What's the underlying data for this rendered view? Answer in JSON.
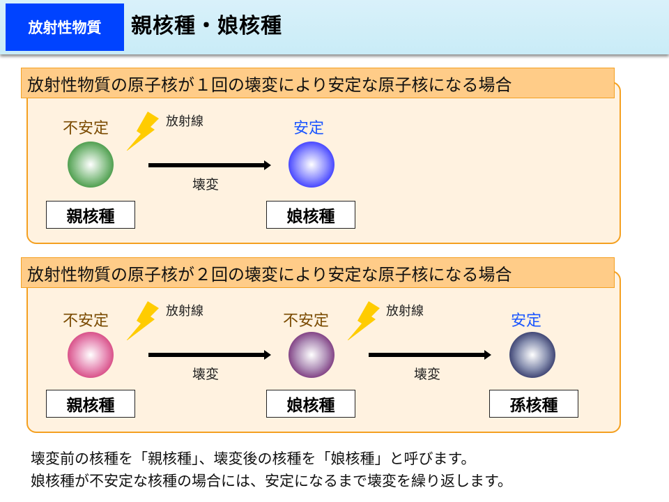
{
  "header": {
    "tag": "放射性物質",
    "title": "親核種・娘核種"
  },
  "panels": [
    {
      "title": "放射性物質の原子核が１回の壊変により安定な原子核になる場合",
      "nodes": [
        {
          "state": "不安定",
          "state_type": "unstable",
          "color": "#2e8b2e",
          "label": "親核種"
        },
        {
          "state": "安定",
          "state_type": "stable",
          "color": "#2020ff",
          "label": "娘核種"
        }
      ],
      "radiation_label": "放射線",
      "decay_label": "壊変"
    },
    {
      "title": "放射性物質の原子核が２回の壊変により安定な原子核になる場合",
      "nodes": [
        {
          "state": "不安定",
          "state_type": "unstable",
          "color": "#d03070",
          "label": "親核種"
        },
        {
          "state": "不安定",
          "state_type": "unstable",
          "color": "#6a1a6a",
          "label": "娘核種"
        },
        {
          "state": "安定",
          "state_type": "stable",
          "color": "#1a1f55",
          "label": "孫核種"
        }
      ],
      "radiation_label": "放射線",
      "decay_label": "壊変"
    }
  ],
  "footer": {
    "line1": "壊変前の核種を「親核種」、壊変後の核種を「娘核種」と呼びます。",
    "line2": "娘核種が不安定な核種の場合には、安定になるまで壊変を繰り返します。"
  },
  "colors": {
    "header_tag_bg": "#0043ff",
    "panel_bg": "#fff2e0",
    "panel_border": "#f4a020",
    "panel_title_bg": "#ffcc88",
    "bolt": "#ffcc00",
    "unstable_text": "#7a4a00",
    "stable_text": "#1a55ff"
  }
}
